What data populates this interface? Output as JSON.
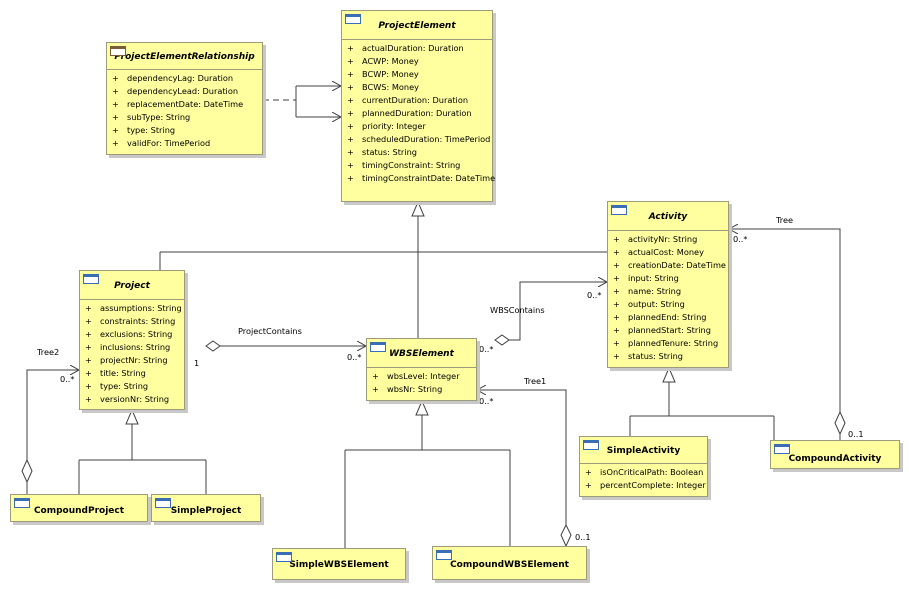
{
  "classes": {
    "project_element_relationship": {
      "name": "ProjectElementRelationship",
      "attributes": [
        "dependencyLag: Duration",
        "dependencyLead: Duration",
        "replacementDate: DateTime",
        "subType: String",
        "type: String",
        "validFor: TimePeriod"
      ]
    },
    "project_element": {
      "name": "ProjectElement",
      "attributes": [
        "actualDuration: Duration",
        "ACWP: Money",
        "BCWP: Money",
        "BCWS: Money",
        "currentDuration: Duration",
        "plannedDuration: Duration",
        "priority: Integer",
        "scheduledDuration: TimePeriod",
        "status: String",
        "timingConstraint: String",
        "timingConstraintDate: DateTime"
      ]
    },
    "activity": {
      "name": "Activity",
      "attributes": [
        "activityNr: String",
        "actualCost: Money",
        "creationDate: DateTime",
        "input: String",
        "name: String",
        "output: String",
        "plannedEnd: String",
        "plannedStart: String",
        "plannedTenure: String",
        "status: String"
      ]
    },
    "project": {
      "name": "Project",
      "attributes": [
        "assumptions: String",
        "constraints: String",
        "exclusions: String",
        "inclusions: String",
        "projectNr: String",
        "title: String",
        "type: String",
        "versionNr: String"
      ]
    },
    "wbs_element": {
      "name": "WBSElement",
      "attributes": [
        "wbsLevel: Integer",
        "wbsNr: String"
      ]
    },
    "simple_activity": {
      "name": "SimpleActivity",
      "attributes": [
        "isOnCriticalPath: Boolean",
        "percentComplete: Integer"
      ]
    },
    "compound_activity": {
      "name": "CompoundActivity"
    },
    "compound_project": {
      "name": "CompoundProject"
    },
    "simple_project": {
      "name": "SimpleProject"
    },
    "simple_wbs_element": {
      "name": "SimpleWBSElement"
    },
    "compound_wbs_element": {
      "name": "CompoundWBSElement"
    }
  },
  "visibility_symbol": "+",
  "associations": {
    "project_contains": {
      "name": "ProjectContains",
      "source_mult": "1",
      "target_mult": "0..*"
    },
    "wbs_contains": {
      "name": "WBSContains",
      "source_mult": "0..*",
      "target_mult": "0..*"
    },
    "tree": {
      "name": "Tree",
      "whole_mult": "0..1",
      "part_mult": "0..*"
    },
    "tree1": {
      "name": "Tree1",
      "whole_mult": "0..1",
      "part_mult": "0..*"
    },
    "tree2": {
      "name": "Tree2",
      "part_mult": "0..*"
    }
  },
  "colors": {
    "class_fill": "#ffffa0",
    "class_border": "#9c9c7a",
    "icon": "#3b6db5",
    "line": "#404040"
  }
}
